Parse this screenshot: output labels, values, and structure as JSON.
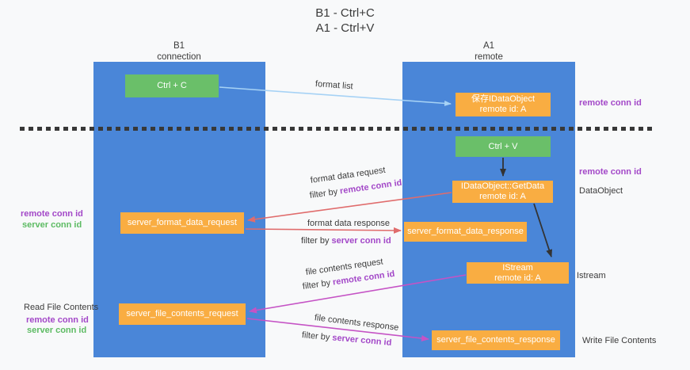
{
  "title": {
    "line1": "B1 - Ctrl+C",
    "line2": "A1 - Ctrl+V"
  },
  "columns": {
    "left": {
      "name": "B1",
      "role": "connection"
    },
    "right": {
      "name": "A1",
      "role": "remote"
    }
  },
  "nodes": {
    "ctrl_c": {
      "label": "Ctrl + C"
    },
    "ctrl_v": {
      "label": "Ctrl + V"
    },
    "save_dataobject": {
      "line1": "保存IDataObject",
      "line2": "remote id: A"
    },
    "getdata": {
      "line1": "IDataObject::GetData",
      "line2": "remote id: A"
    },
    "istream": {
      "line1": "IStream",
      "line2": "remote id: A"
    },
    "format_request": {
      "label": "server_format_data_request"
    },
    "format_response": {
      "label": "server_format_data_response"
    },
    "file_request": {
      "label": "server_file_contents_request"
    },
    "file_response": {
      "label": "server_file_contents_response"
    }
  },
  "arrows": {
    "format_list": {
      "label": "format list"
    },
    "format_data_request": {
      "label": "format data request",
      "filter_prefix": "filter by ",
      "filter_key": "remote conn id"
    },
    "format_data_response": {
      "label": "format data response",
      "filter_prefix": "filter by ",
      "filter_key": "server conn id"
    },
    "file_contents_request": {
      "label": "file contents request",
      "filter_prefix": "filter by ",
      "filter_key": "remote conn id"
    },
    "file_contents_response": {
      "label": "file contents response",
      "filter_prefix": "filter by ",
      "filter_key": "server conn id"
    }
  },
  "side_labels": {
    "right_remote_conn_top": "remote conn id",
    "right_remote_conn_mid": "remote conn id",
    "dataobject": "DataObject",
    "istream": "Istream",
    "write_file": "Write File Contents",
    "left_remote_conn_mid": "remote conn id",
    "left_server_conn_mid": "server conn id",
    "read_file": "Read File Contents",
    "left_remote_conn_bottom": "remote conn id",
    "left_server_conn_bottom": "server conn id"
  },
  "colors": {
    "column_blue": "#4a86d8",
    "box_green": "#6abf69",
    "box_orange": "#f9ad42",
    "arrow_light_blue": "#a6d2f5",
    "arrow_red": "#e06c6c",
    "arrow_magenta": "#c553c5",
    "arrow_black": "#333333",
    "text_purple": "#a348c8",
    "text_green": "#5dbb63"
  }
}
